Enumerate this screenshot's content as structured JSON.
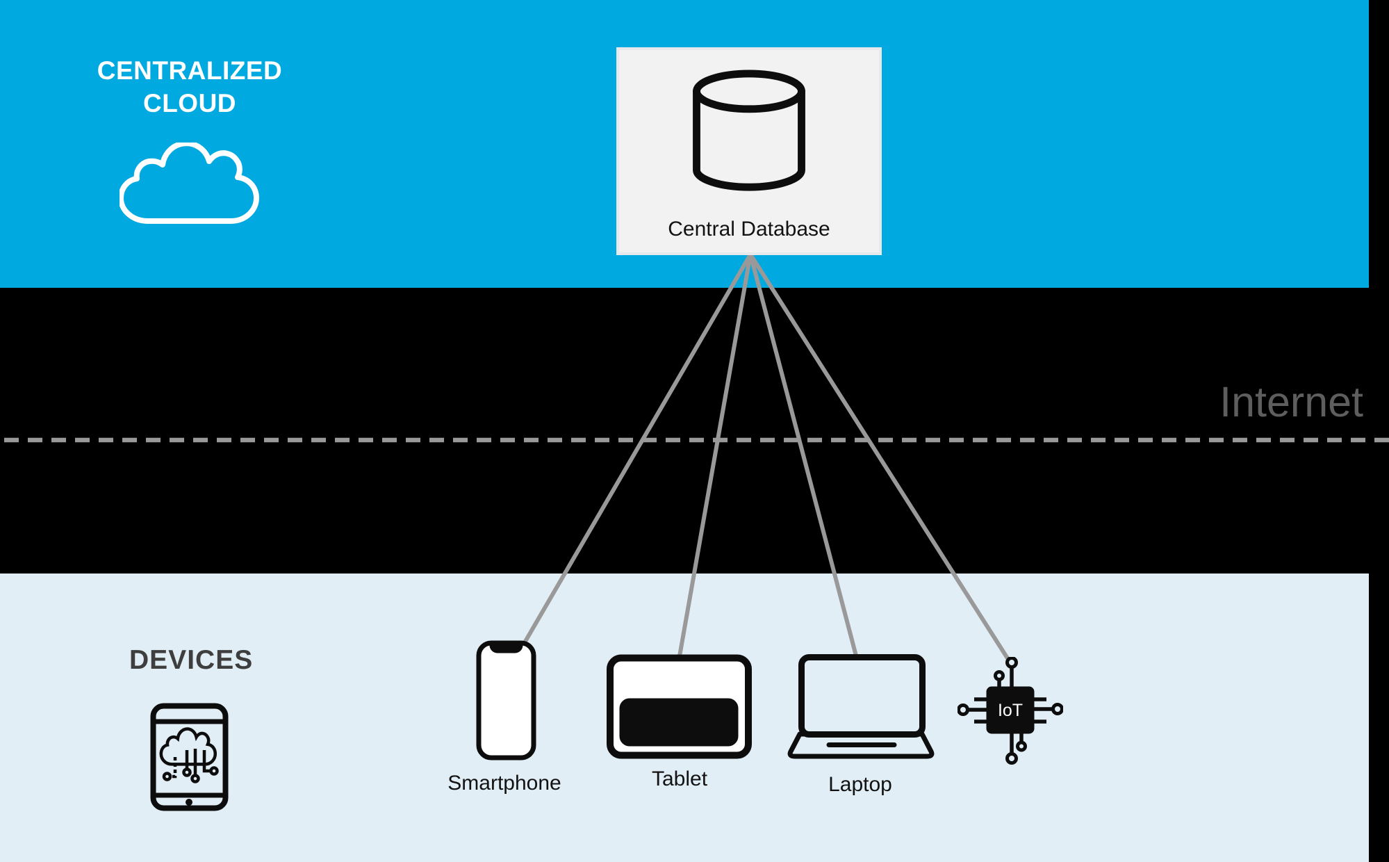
{
  "colors": {
    "band_cloud": "#00a9e0",
    "band_middle": "#000000",
    "band_devices": "#e2eef5",
    "card_bg": "#f2f2f3",
    "card_border": "#e7e9ed",
    "connector": "#999999",
    "divider": "#999999",
    "internet_text": "#5e5e5e",
    "devices_heading": "#3e3e3e",
    "heading_text": "#ffffff",
    "label_text": "#121212",
    "icon_stroke": "#0d0d0d",
    "icon_fill_white": "#ffffff",
    "chip_fill": "#0d0d0d",
    "chip_text": "#ffffff"
  },
  "cloud_section": {
    "heading_line1": "CENTRALIZED",
    "heading_line2": "CLOUD",
    "icon": "cloud-outline-icon",
    "database_card": {
      "label": "Central Database",
      "icon": "database-cylinder-icon"
    }
  },
  "internet_divider": {
    "label": "Internet",
    "style": "dashed-gray-line"
  },
  "devices_section": {
    "heading": "DEVICES",
    "icon": "tablet-cloud-network-icon",
    "devices": [
      {
        "label": "Smartphone",
        "icon": "smartphone-icon"
      },
      {
        "label": "Tablet",
        "icon": "tablet-icon"
      },
      {
        "label": "Laptop",
        "icon": "laptop-icon"
      },
      {
        "label": "IoT",
        "icon": "iot-chip-icon"
      }
    ]
  },
  "connections": [
    {
      "from": "Central Database",
      "to": "Smartphone"
    },
    {
      "from": "Central Database",
      "to": "Tablet"
    },
    {
      "from": "Central Database",
      "to": "Laptop"
    },
    {
      "from": "Central Database",
      "to": "IoT"
    }
  ]
}
